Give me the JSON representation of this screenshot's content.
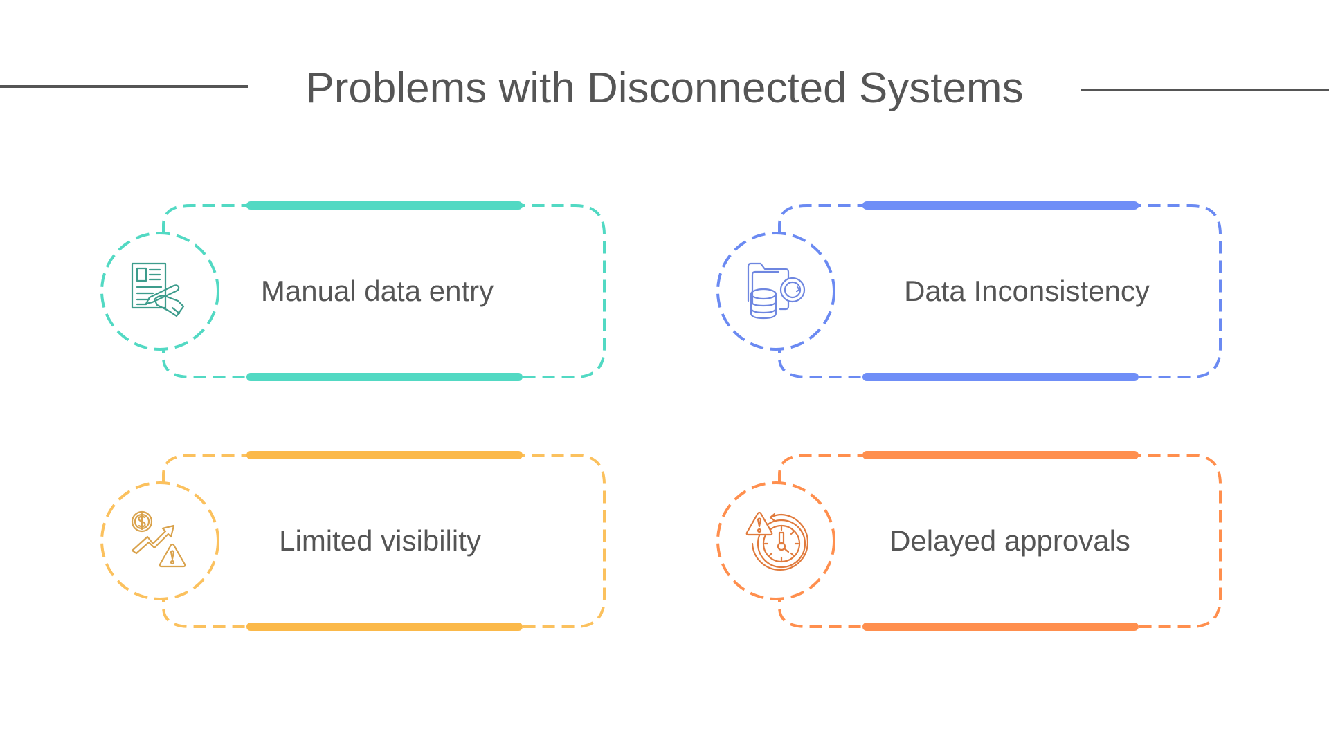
{
  "header": {
    "title": "Problems with Disconnected Systems"
  },
  "colors": {
    "teal": "#52D9C3",
    "teal_icon": "#3D9C8C",
    "blue": "#6B8AF2",
    "blue_icon": "#6E86E0",
    "yellow": "#FBC15E",
    "yellow_icon": "#D9A24C",
    "orange": "#FF8F4E",
    "orange_icon": "#E07A3C",
    "text": "#555555"
  },
  "cards": [
    {
      "label": "Manual data entry",
      "icon": "document-hand-writing-icon",
      "color": "teal"
    },
    {
      "label": "Data Inconsistency",
      "icon": "folder-database-sync-icon",
      "color": "blue"
    },
    {
      "label": "Limited visibility",
      "icon": "dollar-trend-warning-icon",
      "color": "yellow"
    },
    {
      "label": "Delayed approvals",
      "icon": "clock-warning-icon",
      "color": "orange"
    }
  ]
}
